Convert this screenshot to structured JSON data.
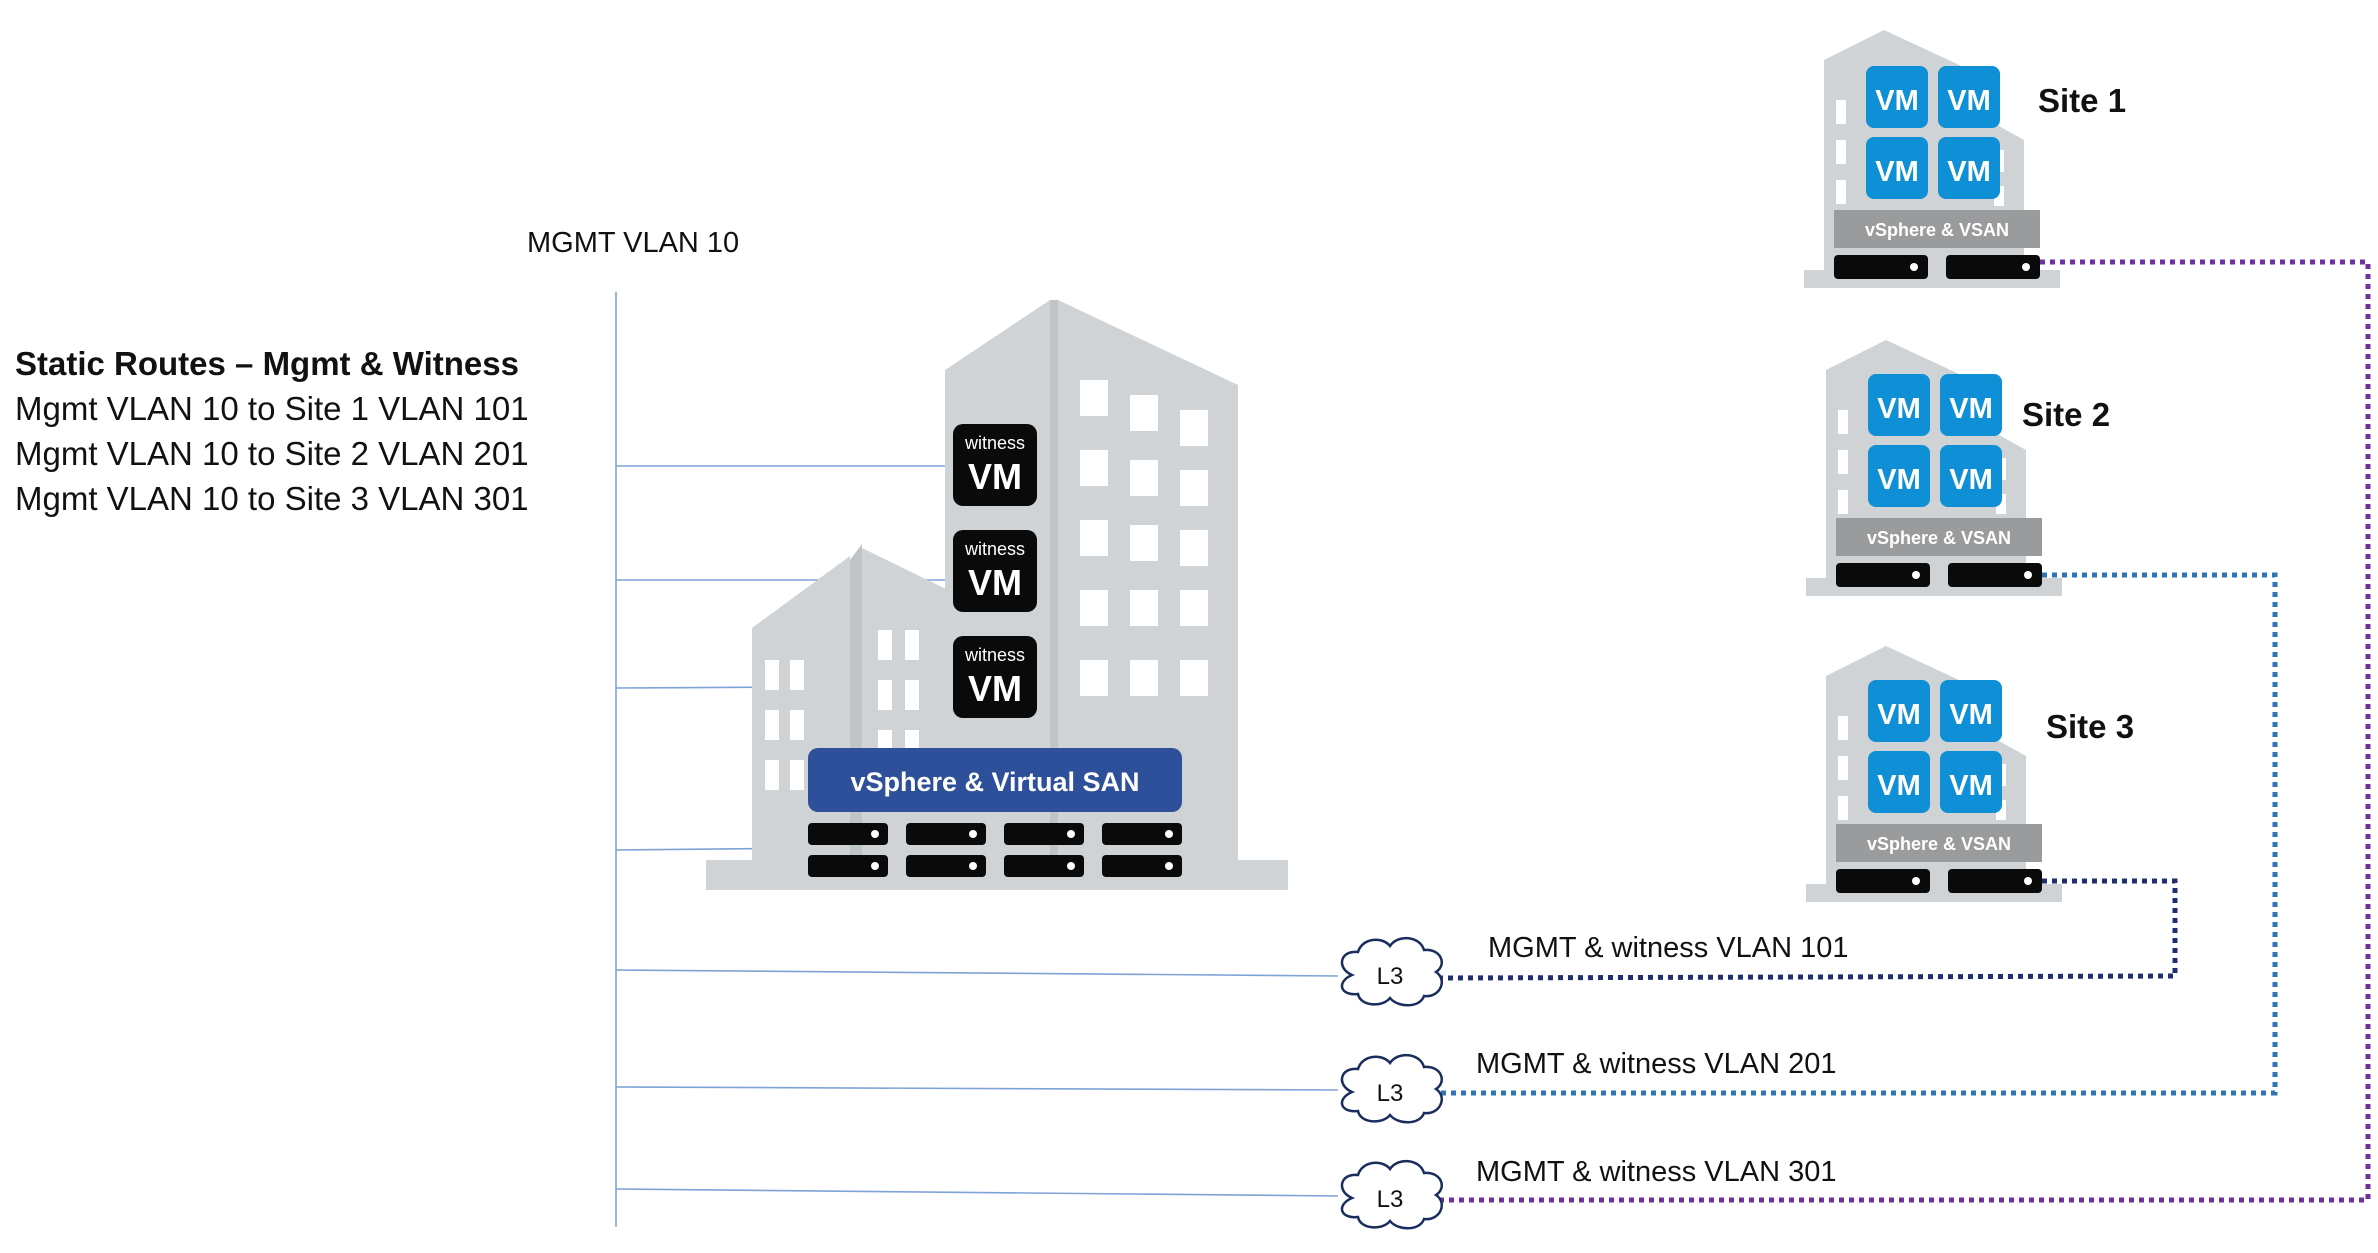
{
  "mgmt_vlan_label": "MGMT VLAN 10",
  "static_routes": {
    "title": "Static Routes – Mgmt & Witness",
    "lines": [
      "Mgmt VLAN 10 to Site 1 VLAN 101",
      "Mgmt VLAN 10 to Site 2 VLAN 201",
      "Mgmt VLAN 10 to Site 3 VLAN 301"
    ]
  },
  "central": {
    "witness_label": "witness",
    "vm_label": "VM",
    "bar_label": "vSphere & Virtual SAN"
  },
  "sites": [
    {
      "name": "Site 1",
      "bar_label": "vSphere & VSAN",
      "vm_label": "VM"
    },
    {
      "name": "Site 2",
      "bar_label": "vSphere & VSAN",
      "vm_label": "VM"
    },
    {
      "name": "Site 3",
      "bar_label": "vSphere & VSAN",
      "vm_label": "VM"
    }
  ],
  "links": [
    {
      "router": "L3",
      "label": "MGMT & witness VLAN 101",
      "color": "#1f2e6e"
    },
    {
      "router": "L3",
      "label": "MGMT & witness VLAN 201",
      "color": "#2e75b6"
    },
    {
      "router": "L3",
      "label": "MGMT & witness VLAN 301",
      "color": "#7030a0"
    }
  ],
  "colors": {
    "building": "#cfd3d5",
    "window": "#ffffff",
    "vm_blue": "#0f8fd6",
    "witness_black": "#0a0a0a",
    "central_bar": "#2e4f9a",
    "site_bar": "#9a9b9d",
    "wire": "#7fa3d6"
  }
}
